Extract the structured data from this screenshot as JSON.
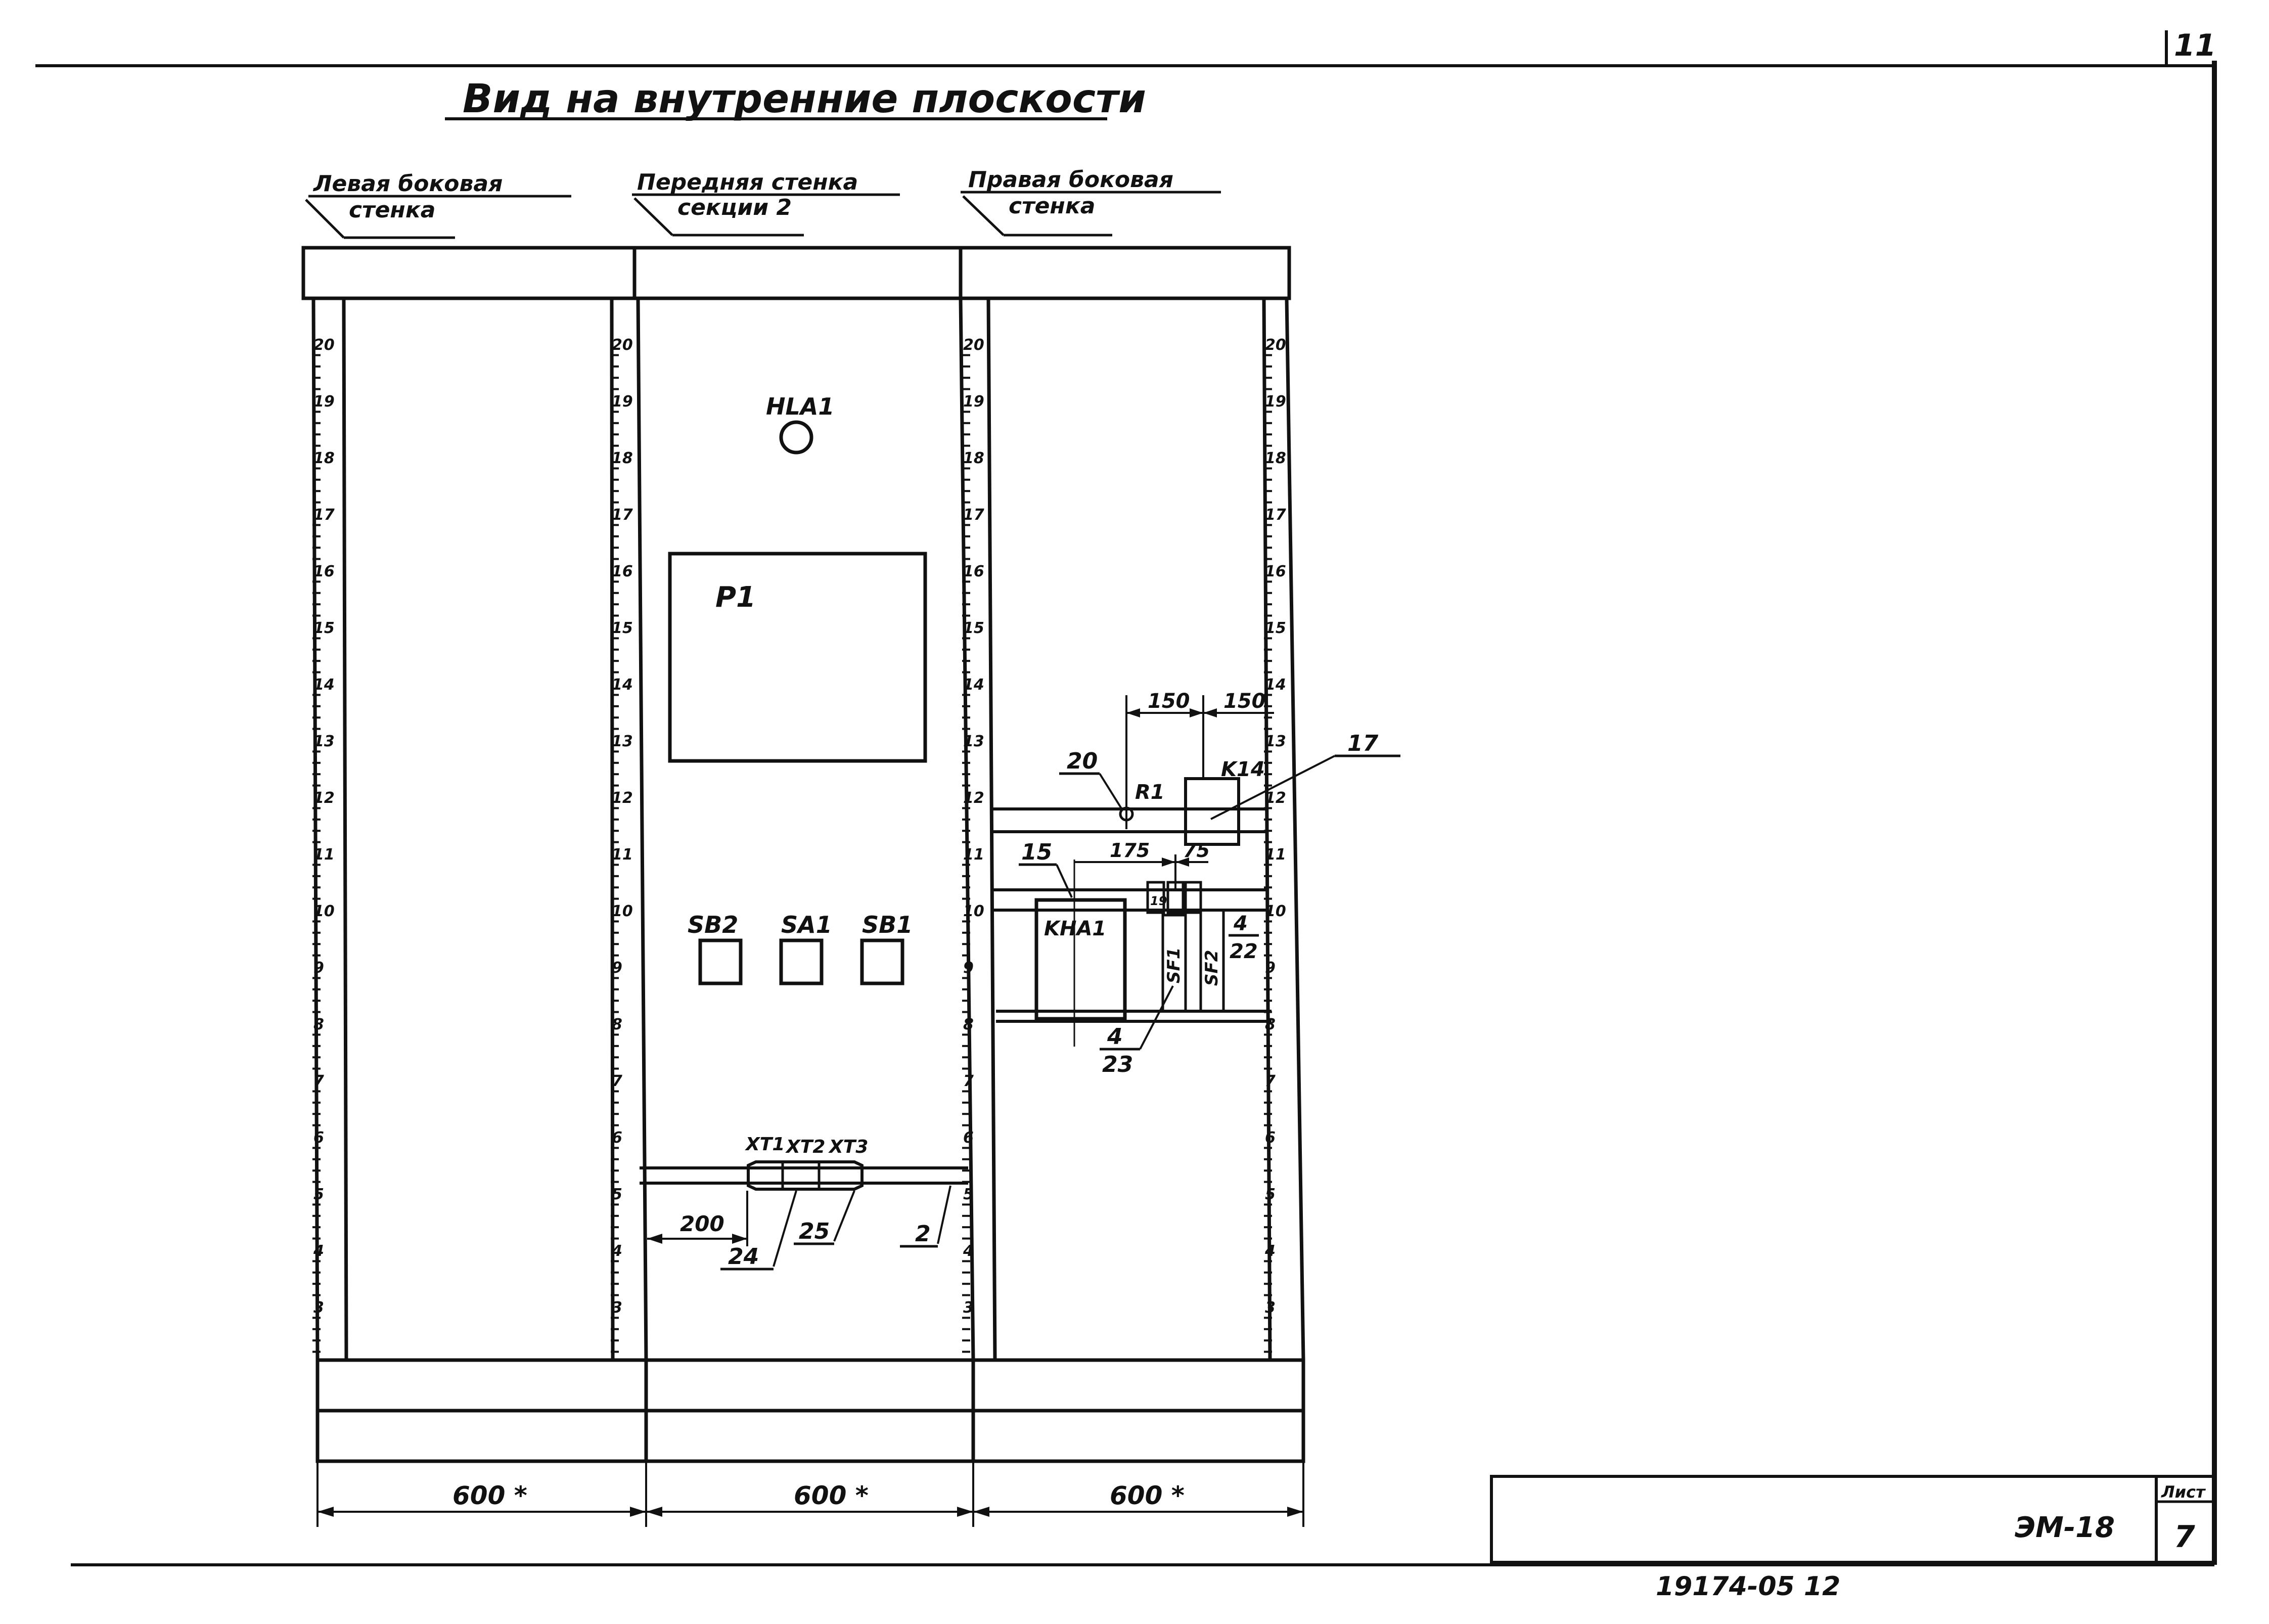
{
  "sheet": {
    "page_number": "11",
    "title": "Вид на внутренние плоскости",
    "stamp_number": "19174-05 12",
    "title_block": {
      "designation": "ЭМ-18",
      "sheet_label": "Лист",
      "sheet_number": "7"
    }
  },
  "panels": [
    {
      "label_line1": "Левая боковая",
      "label_line2": "стенка",
      "dimension": "600 *"
    },
    {
      "label_line1": "Передняя стенка",
      "label_line2": "секции 2",
      "dimension": "600 *"
    },
    {
      "label_line1": "Правая боковая",
      "label_line2": "стенка",
      "dimension": "600 *"
    }
  ],
  "rail_scale": [
    "20",
    "19",
    "18",
    "17",
    "16",
    "15",
    "14",
    "13",
    "12",
    "11",
    "10",
    "9",
    "8",
    "7",
    "6",
    "5",
    "4",
    "3"
  ],
  "front_panel": {
    "lamp_label": "HLA1",
    "meter_label": "P1",
    "buttons": [
      "SB2",
      "SA1",
      "SB1"
    ],
    "terminals": [
      "XT1",
      "XT2",
      "XT3"
    ],
    "dim_200": "200",
    "callouts": [
      "24",
      "25",
      "2"
    ]
  },
  "right_panel": {
    "dims": [
      "150",
      "150",
      "175",
      "75"
    ],
    "callouts": [
      "20",
      "17",
      "15",
      "4",
      "22",
      "4",
      "23"
    ],
    "components": {
      "resistor": "R1",
      "relay": "K14",
      "contactor": "KHA1",
      "breaker_small": "19",
      "fuse1": "SF1",
      "fuse2": "SF2"
    }
  }
}
